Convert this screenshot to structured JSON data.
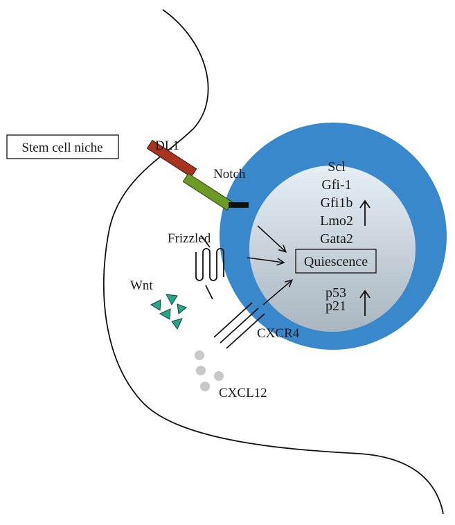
{
  "niche_label": "Stem cell niche",
  "receptors": {
    "dl1": "DL1",
    "notch": "Notch",
    "frizzled": "Frizzled",
    "wnt": "Wnt",
    "cxcr4": "CXCR4",
    "cxcl12": "CXCL12"
  },
  "nucleus": {
    "upregulated_genes": [
      "Scl",
      "Gfi-1",
      "Gfi1b",
      "Lmo2",
      "Gata2"
    ],
    "outcome": "Quiescence",
    "cell_cycle_genes": [
      "p53",
      "p21"
    ]
  },
  "colors": {
    "cytoplasm": "#3a88cc",
    "nucleus_top": "#e6eff6",
    "nucleus_bottom": "#a9b6c0",
    "dl1": "#a8341f",
    "notch": "#6c9a25",
    "wnt": "#2aa488",
    "cxcl12": "#c8c8c8"
  }
}
